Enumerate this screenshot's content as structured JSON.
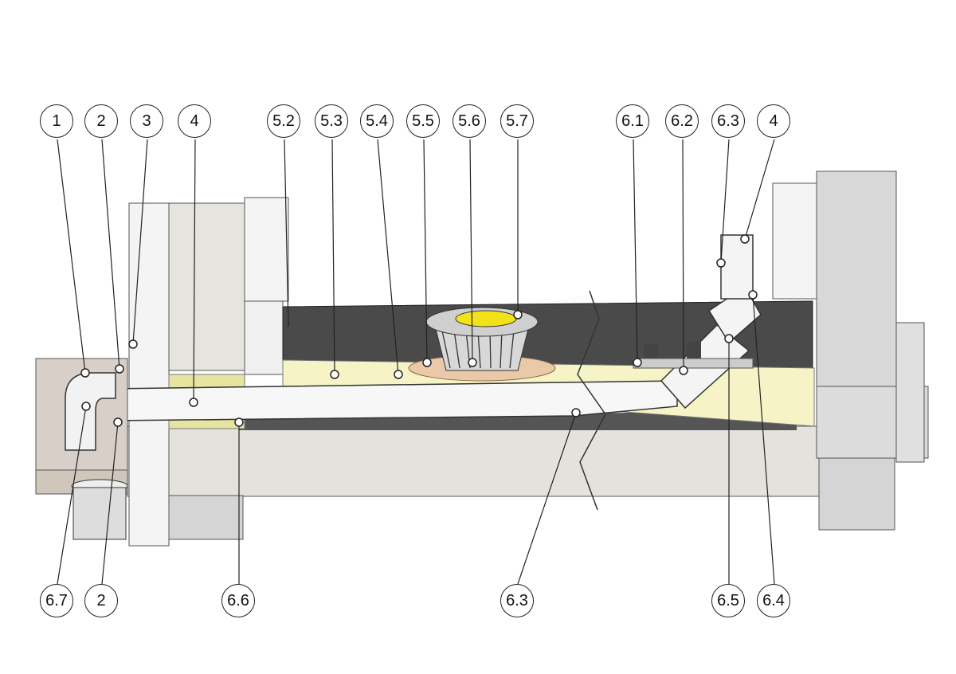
{
  "title": "Drain cross-section assembly diagram",
  "callouts_top": [
    {
      "label": "1"
    },
    {
      "label": "2"
    },
    {
      "label": "3"
    },
    {
      "label": "4"
    },
    {
      "label": "5.2"
    },
    {
      "label": "5.3"
    },
    {
      "label": "5.4"
    },
    {
      "label": "5.5"
    },
    {
      "label": "5.6"
    },
    {
      "label": "5.7"
    },
    {
      "label": "6.1"
    },
    {
      "label": "6.2"
    },
    {
      "label": "6.3"
    },
    {
      "label": "4"
    }
  ],
  "callouts_bottom": [
    {
      "label": "6.7"
    },
    {
      "label": "2"
    },
    {
      "label": "6.6"
    },
    {
      "label": "6.3"
    },
    {
      "label": "6.5"
    },
    {
      "label": "6.4"
    }
  ],
  "colors": {
    "concrete": "#e4e2dd",
    "insulation": "#f2f2f2",
    "membrane": "#4a4a4a",
    "screed": "#f6f4c6",
    "pipe": "#f7f7f7",
    "drain_cap": "#f2e21a",
    "gravel": "#e9c9a8",
    "wall_block": "#d9d9d9"
  }
}
